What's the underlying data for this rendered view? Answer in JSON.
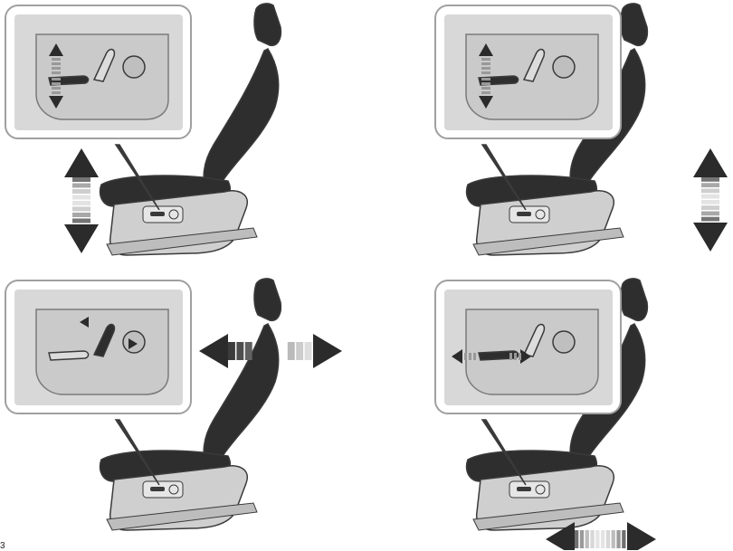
{
  "figure": {
    "caption_fragment": "3",
    "panels": [
      {
        "id": "seat-height-adjust",
        "control": "lower-switch-vertical",
        "motion": "up-down",
        "arrow_side": "left"
      },
      {
        "id": "seat-rear-height-adjust",
        "control": "lower-switch-rear-vertical",
        "motion": "up-down",
        "arrow_side": "right"
      },
      {
        "id": "seatback-recline-adjust",
        "control": "upright-switch-tilt",
        "motion": "forward-backward",
        "arrow_side": "top"
      },
      {
        "id": "seat-fore-aft-adjust",
        "control": "lower-switch-horizontal",
        "motion": "forward-backward",
        "arrow_side": "bottom"
      }
    ]
  },
  "colors": {
    "outline": "#3a3a3a",
    "seat_fabric": "#2e2e2e",
    "seat_frame": "#cfcfcf",
    "arrow": "#2b2b2b",
    "inset_bg": "#d8d8d8"
  }
}
